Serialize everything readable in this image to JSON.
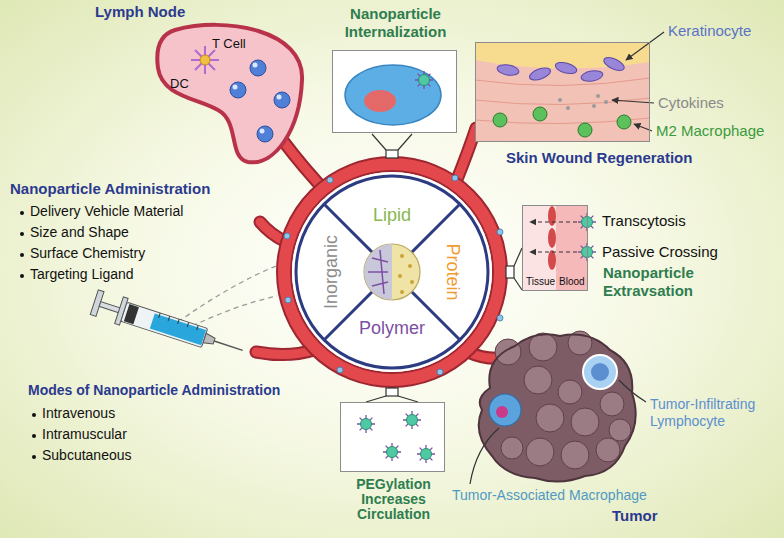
{
  "diagram": {
    "nodes": [
      {
        "text": [
          "Lymph Node",
          "T Cell",
          "DC"
        ]
      },
      {
        "text": [
          "Nanoparticle Internalization"
        ]
      },
      {
        "text": [
          "Skin Wound Regeneration"
        ]
      },
      {
        "text": [
          "Lipid"
        ]
      },
      {
        "text": [
          "Inorganic"
        ]
      },
      {
        "text": [
          "Protein"
        ]
      },
      {
        "text": [
          "Tissue",
          "Blood",
          "Nanoparticle Extravsation"
        ]
      },
      {
        "text": [
          "Polymer"
        ]
      },
      {
        "text": [
          "PEGylation Increases Circulation"
        ]
      },
      {
        "text": [
          "Tumor"
        ]
      }
    ],
    "labels": [
      "Keratinocyte",
      "Cytokines",
      "M2 Macrophage",
      "Nanoparticle Administration",
      "Delivery Vehicle Material",
      "Size and Shape",
      "Surface Chemistry",
      "Targeting Ligand",
      "Transcytosis",
      "Passive Crossing",
      "Modes of Nanoparticle Administration",
      "Intravenous",
      "Intramuscular",
      "Subcutaneous",
      "Tumor-Infiltrating Lymphocyte",
      "Tumor-Associated Macrophage"
    ]
  }
}
